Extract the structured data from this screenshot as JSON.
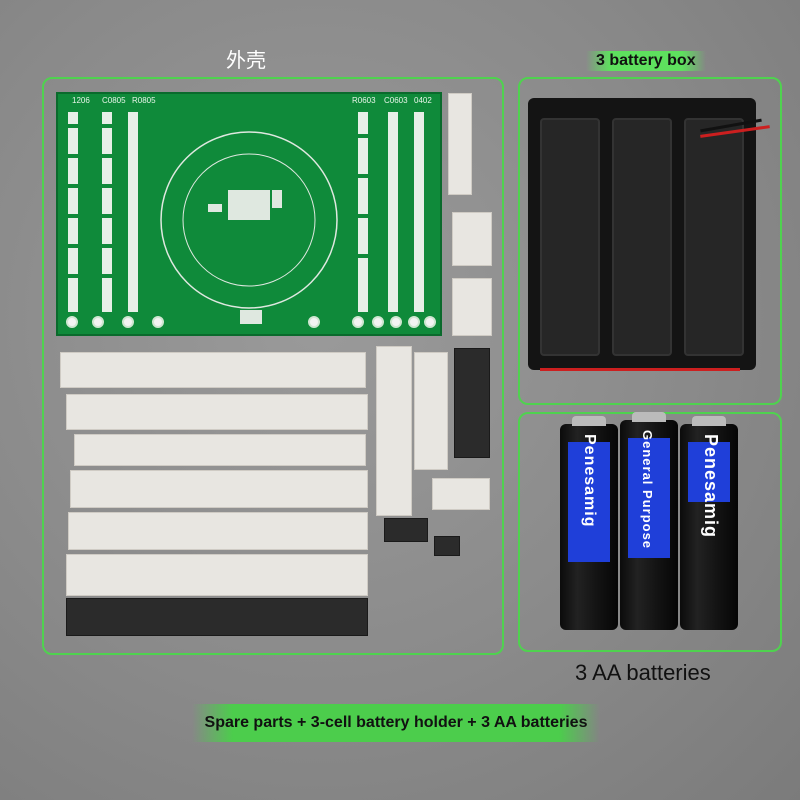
{
  "labels": {
    "shell": "外壳",
    "box": "3 battery box",
    "batteries": "3 AA batteries",
    "bottom": "Spare parts + 3-cell battery holder + 3 AA batteries"
  },
  "pcb": {
    "size_labels": [
      "1206",
      "C0805",
      "R0805",
      "R0603",
      "C0603",
      "0402"
    ]
  },
  "batteries": {
    "brand": "Penesamig",
    "type_label": "General Purpose"
  },
  "colors": {
    "frame": "#4fd24f",
    "pcb": "#0f8a3a",
    "battery_blue": "#1f3fd9"
  }
}
